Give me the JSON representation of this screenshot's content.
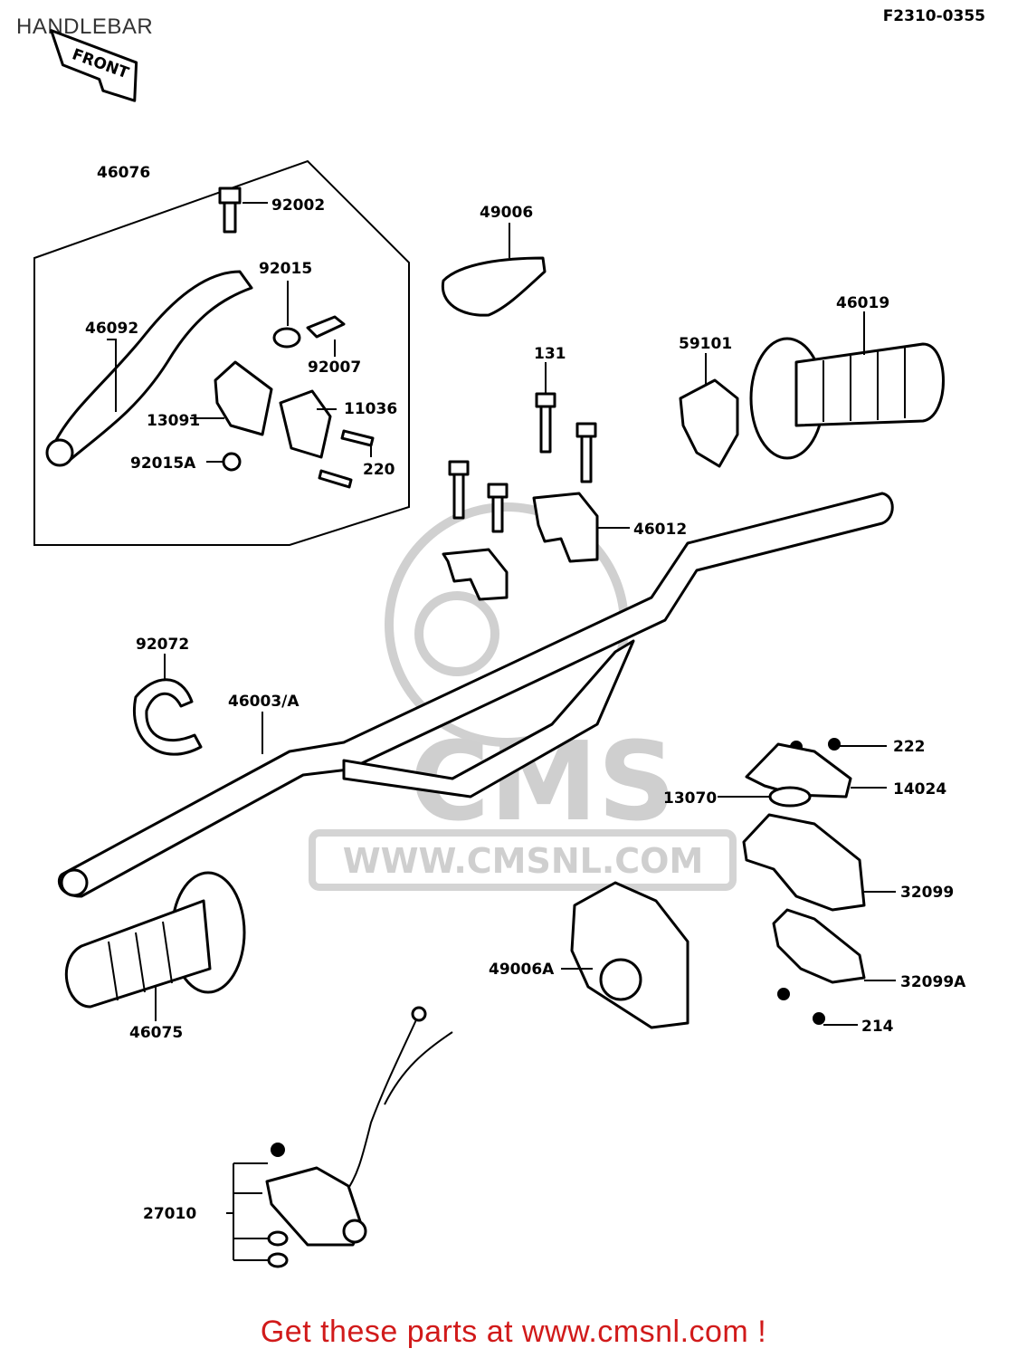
{
  "header": {
    "title": "HANDLEBAR",
    "diagram_code": "F2310-0355"
  },
  "front_label": "FRONT",
  "watermark": {
    "brand": "CMS",
    "url": "WWW.CMSNL.COM"
  },
  "footer": {
    "text": "Get these parts at www.cmsnl.com !"
  },
  "colors": {
    "footer_text": "#d11a1a",
    "watermark": "#cfcfcf",
    "ink": "#000000"
  },
  "parts": [
    "46076",
    "92002",
    "49006",
    "92015",
    "46092",
    "92007",
    "11036",
    "13091",
    "92015A",
    "220",
    "131",
    "59101",
    "46019",
    "46012",
    "92072",
    "46003/A",
    "222",
    "14024",
    "13070",
    "32099",
    "49006A",
    "32099A",
    "214",
    "46075",
    "27010"
  ]
}
